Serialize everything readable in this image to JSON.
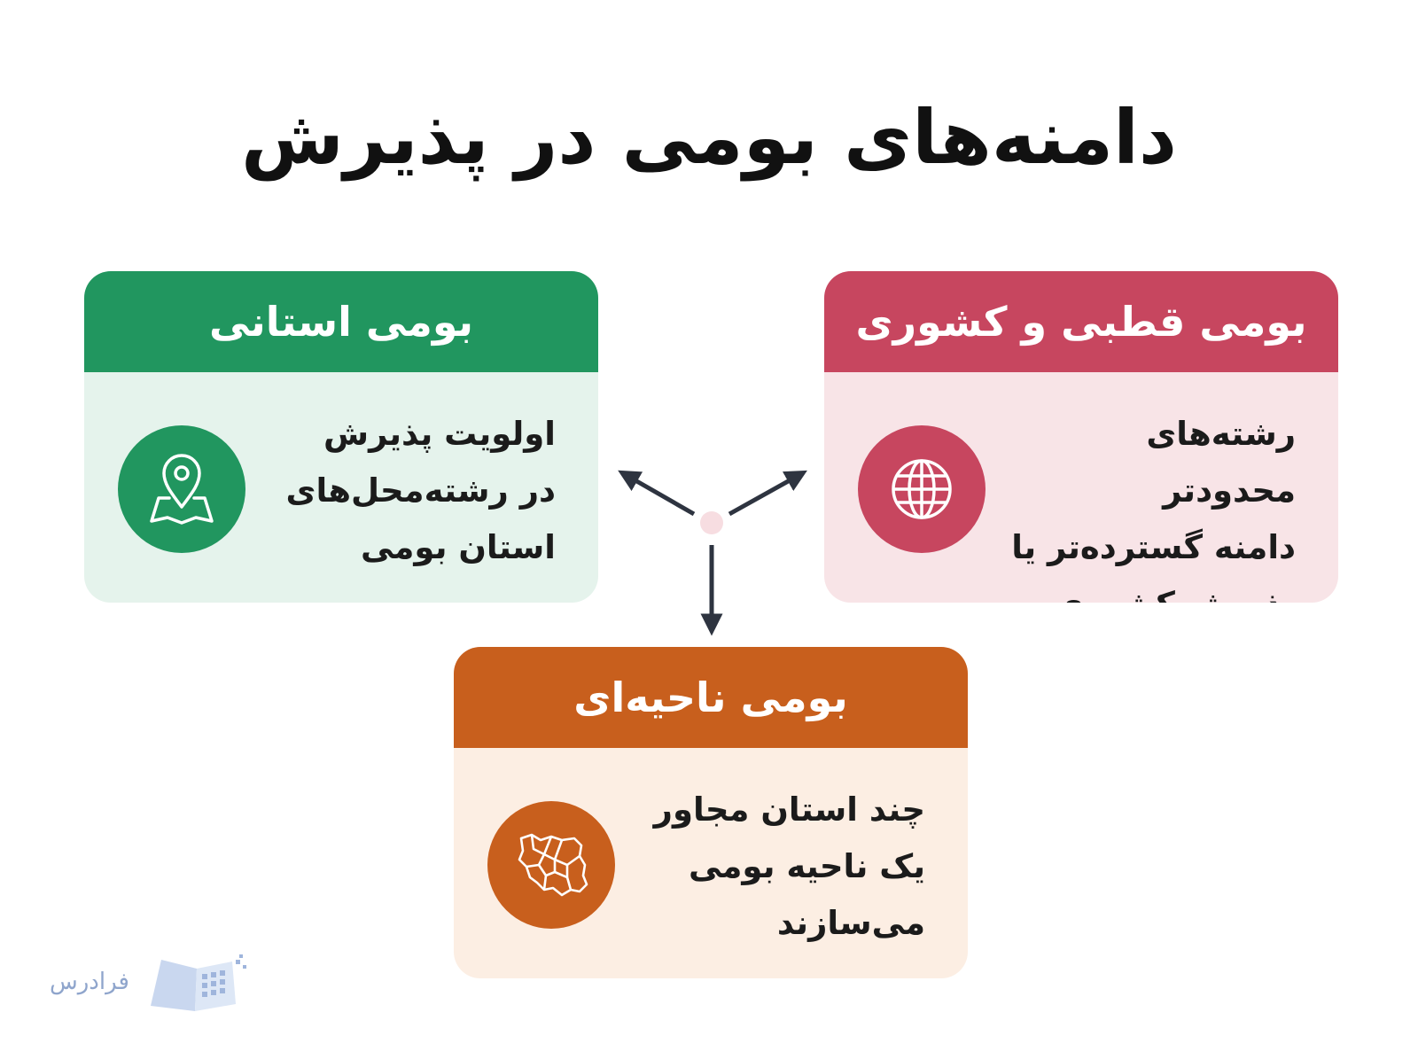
{
  "title": "دامنه‌های بومی در پذیرش",
  "cards": {
    "provincial": {
      "header": "بومی استانی",
      "text": "اولویت پذیرش\nدر رشته‌محل‌های\nاستان بومی",
      "icon": "map-pin-icon",
      "header_color": "#21965f",
      "body_color": "#e5f3ec"
    },
    "national": {
      "header": "بومی قطبی و کشوری",
      "text": "رشته‌های محدودتر\nدامنه گسترده‌تر یا\nپذیرش کشوری دارند",
      "icon": "globe-icon",
      "header_color": "#c7465f",
      "body_color": "#f8e4e7"
    },
    "regional": {
      "header": "بومی ناحیه‌ای",
      "text": "چند استان مجاور\nیک ناحیه بومی\nمی‌سازند",
      "icon": "iran-map-icon",
      "header_color": "#c85f1d",
      "body_color": "#fceee3"
    }
  },
  "logo": {
    "text": "فرادرس",
    "icon": "book-icon"
  }
}
